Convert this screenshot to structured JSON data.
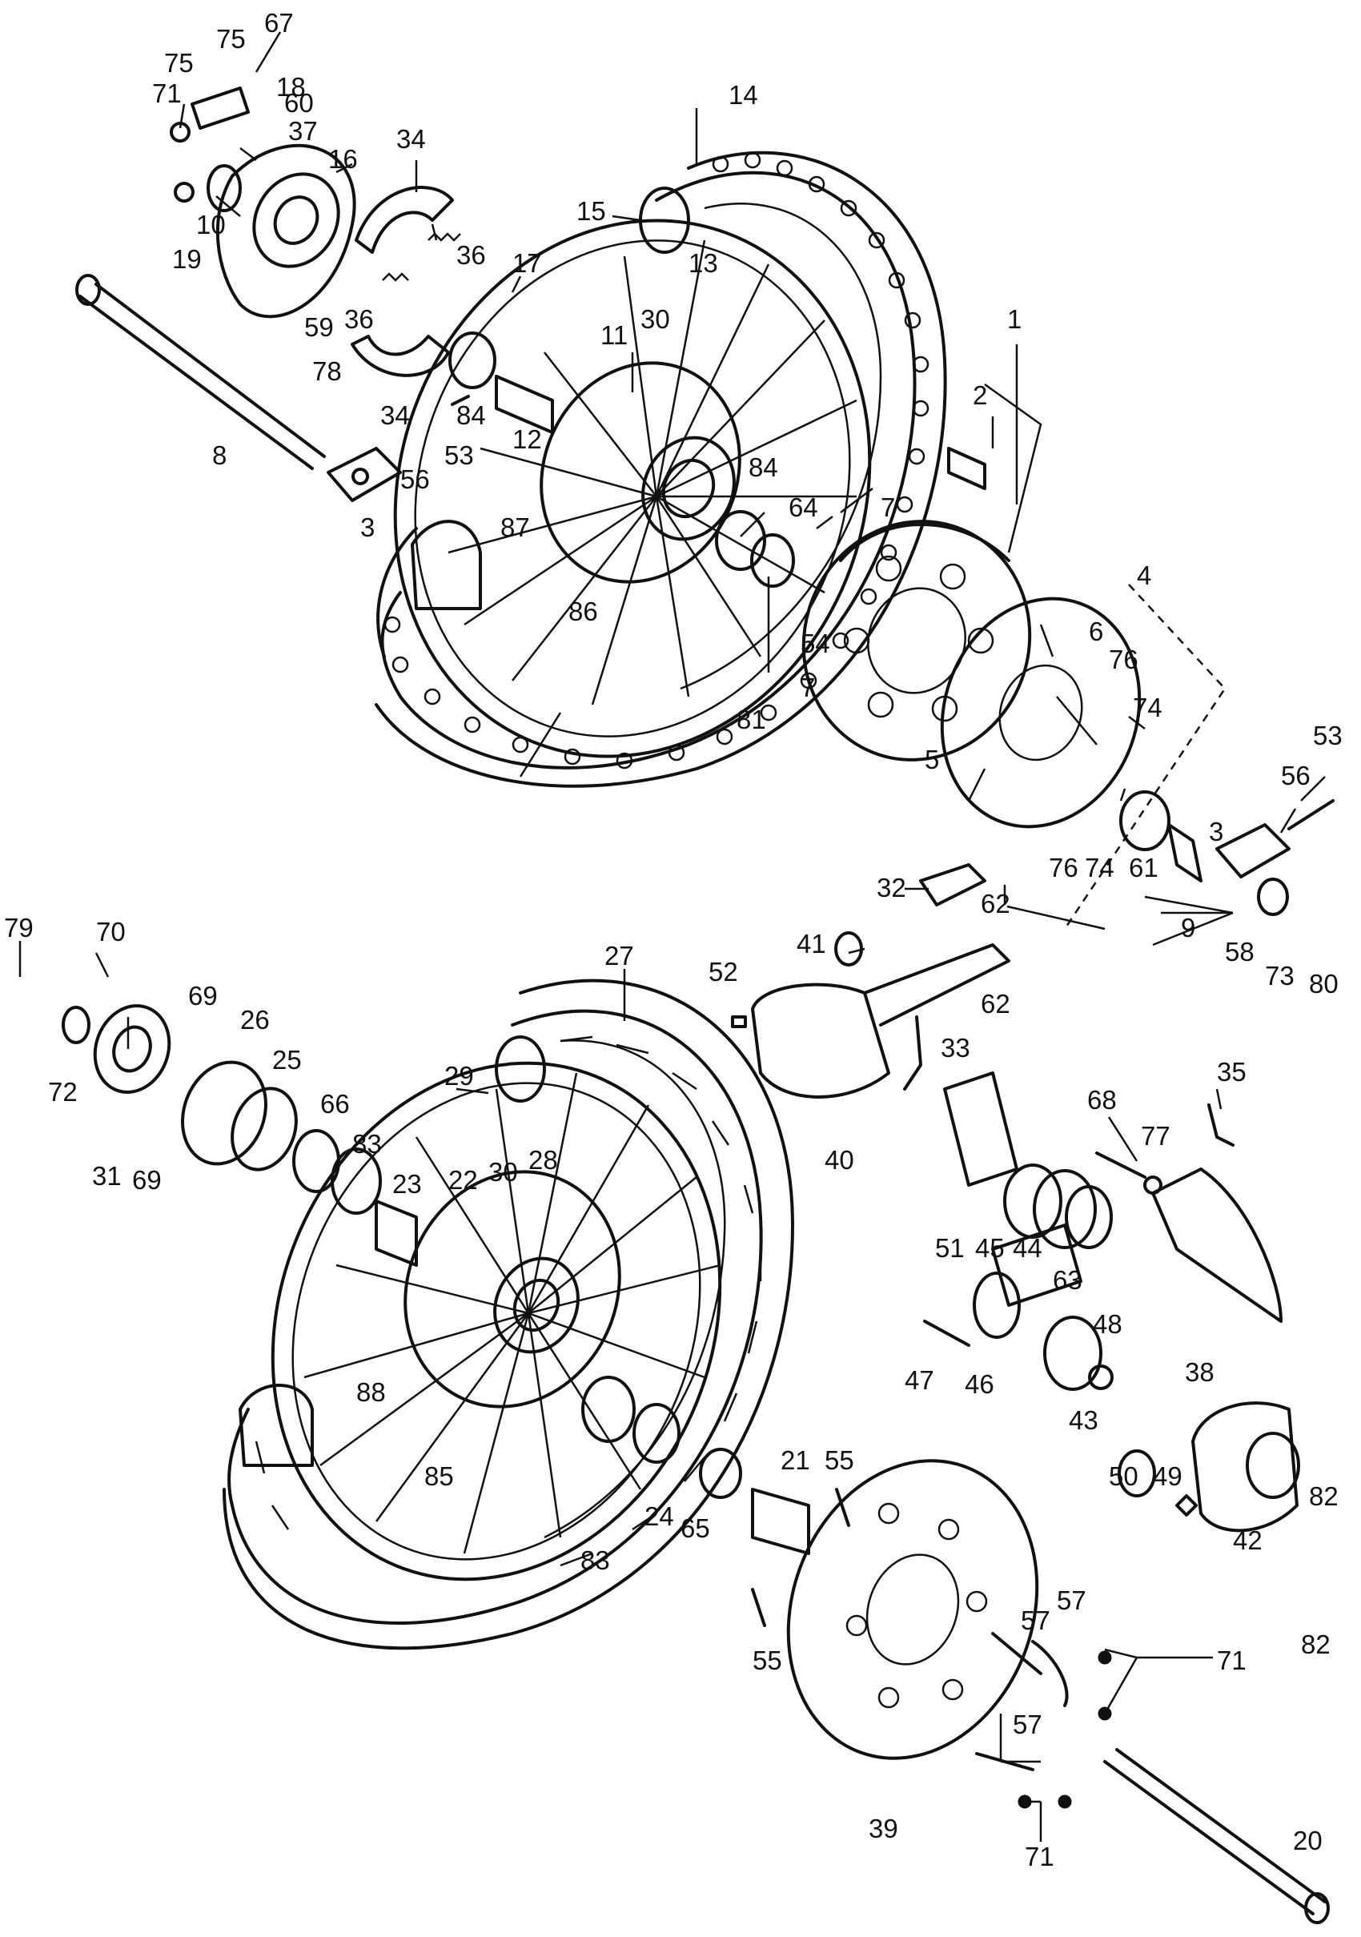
{
  "colors": {
    "ink": "#111111",
    "paper": "#ffffff"
  },
  "callouts": [
    "1",
    "2",
    "3",
    "4",
    "5",
    "6",
    "7",
    "8",
    "9",
    "10",
    "11",
    "12",
    "13",
    "14",
    "15",
    "16",
    "17",
    "18",
    "19",
    "20",
    "21",
    "22",
    "23",
    "24",
    "25",
    "26",
    "27",
    "28",
    "29",
    "30",
    "31",
    "32",
    "33",
    "34",
    "35",
    "36",
    "37",
    "38",
    "39",
    "40",
    "41",
    "42",
    "43",
    "44",
    "45",
    "46",
    "47",
    "48",
    "49",
    "50",
    "51",
    "52",
    "53",
    "54",
    "55",
    "56",
    "57",
    "58",
    "59",
    "60",
    "61",
    "62",
    "63",
    "64",
    "65",
    "66",
    "67",
    "68",
    "69",
    "70",
    "71",
    "72",
    "73",
    "74",
    "75",
    "76",
    "77",
    "78",
    "79",
    "80",
    "81",
    "82",
    "83",
    "84",
    "85",
    "86",
    "87",
    "88"
  ]
}
